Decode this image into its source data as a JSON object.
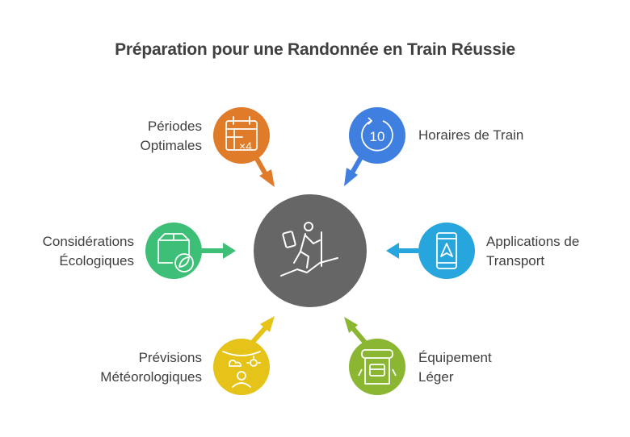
{
  "title": "Préparation pour une Randonnée en Train Réussie",
  "center": {
    "icon": "hiker-icon",
    "color": "#666666"
  },
  "nodes": [
    {
      "id": "periods",
      "lines": [
        "Périodes",
        "Optimales"
      ],
      "icon": "calendar-icon",
      "color": "#e07b2a"
    },
    {
      "id": "schedules",
      "lines": [
        "Horaires de Train"
      ],
      "icon": "timer-10-icon",
      "color": "#3f7fe0"
    },
    {
      "id": "apps",
      "lines": [
        "Applications de",
        "Transport"
      ],
      "icon": "smartphone-navigation-icon",
      "color": "#26a6dc"
    },
    {
      "id": "gear",
      "lines": [
        "Équipement",
        "Léger"
      ],
      "icon": "backpack-icon",
      "color": "#8ab632"
    },
    {
      "id": "weather",
      "lines": [
        "Prévisions",
        "Météorologiques"
      ],
      "icon": "weather-sun-cloud-icon",
      "color": "#e5c319"
    },
    {
      "id": "ecology",
      "lines": [
        "Considérations",
        "Écologiques"
      ],
      "icon": "eco-package-leaf-icon",
      "color": "#3dbf78"
    }
  ]
}
